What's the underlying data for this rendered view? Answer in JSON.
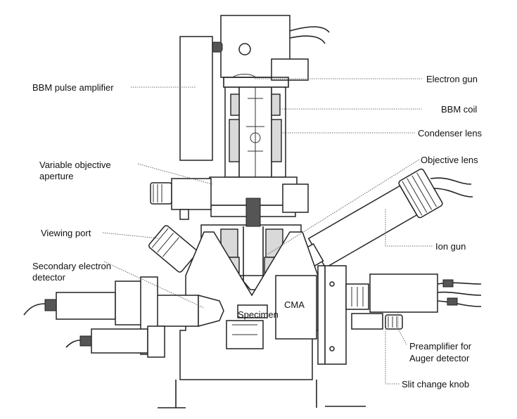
{
  "labels": {
    "bbm_pulse_amplifier": "BBM pulse amplifier",
    "electron_gun": "Electron gun",
    "bbm_coil": "BBM coil",
    "condenser_lens": "Condenser lens",
    "objective_lens": "Objective lens",
    "variable_objective_aperture_1": "Variable objective",
    "variable_objective_aperture_2": "aperture",
    "viewing_port": "Viewing port",
    "ion_gun": "Ion gun",
    "secondary_electron_detector_1": "Secondary electron",
    "secondary_electron_detector_2": "detector",
    "cma": "CMA",
    "specimen": "Specimen",
    "preamplifier_1": "Preamplifier for",
    "preamplifier_2": "Auger detector",
    "slit_change_knob": "Slit change knob"
  }
}
